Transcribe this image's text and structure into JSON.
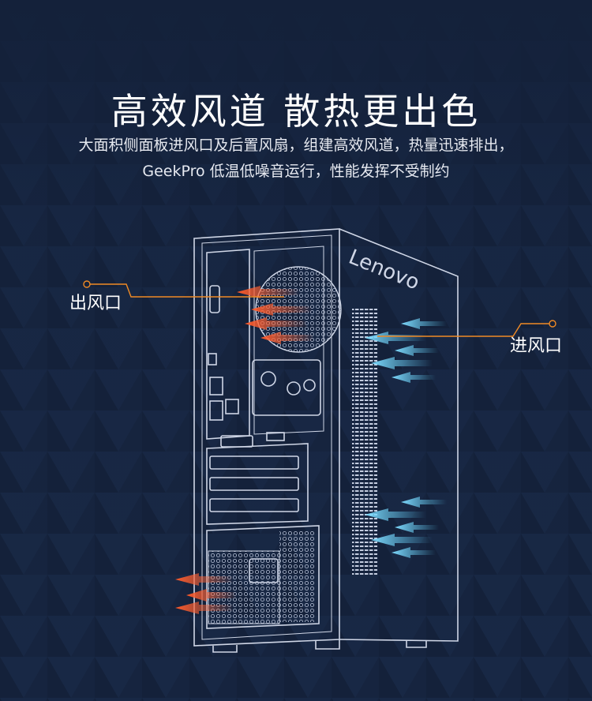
{
  "header": {
    "title": "高效风道 散热更出色",
    "description_line1": "大面积侧面板进风口及后置风扇，组建高效风道，热量迅速排出，",
    "description_line2": "GeekPro 低温低噪音运行，性能发挥不受制约"
  },
  "case": {
    "brand_logo_text": "Lenovo"
  },
  "callouts": {
    "outlet_label": "出风口",
    "inlet_label": "进风口"
  },
  "colors": {
    "background": "#14213a",
    "line": "#cfd6e6",
    "outlet_arrow": "#ff6b3d",
    "inlet_arrow": "#5bc8f0",
    "callout_line": "#f08a24"
  }
}
